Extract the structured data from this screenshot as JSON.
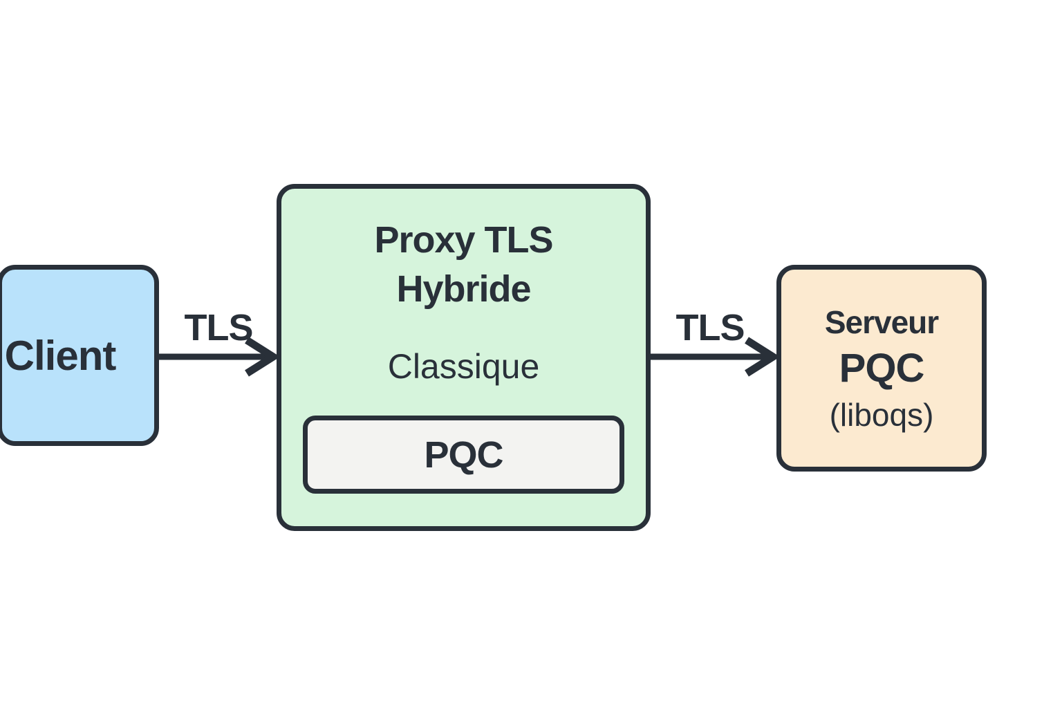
{
  "diagram": {
    "background": "#ffffff",
    "ink": "#293039",
    "nodes": {
      "client": {
        "label": "Client",
        "fill": "#b9e2fb"
      },
      "proxy": {
        "title_line1": "Proxy TLS",
        "title_line2": "Hybride",
        "subtitle": "Classique",
        "fill": "#d6f4dc",
        "inner": {
          "label": "PQC",
          "fill": "#f3f3f1"
        }
      },
      "server": {
        "title_line1": "Serveur",
        "title_line2": "PQC",
        "subtitle": "(liboqs)",
        "fill": "#fcead0"
      }
    },
    "edges": {
      "client_to_proxy": {
        "label": "TLS"
      },
      "proxy_to_server": {
        "label": "TLS"
      }
    }
  }
}
